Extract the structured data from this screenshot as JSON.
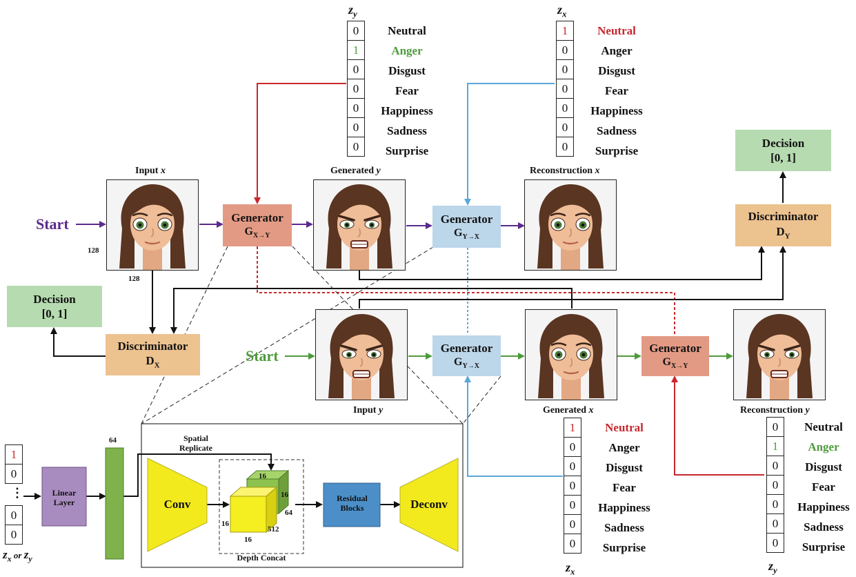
{
  "colors": {
    "purple_flow": "#5b2a8c",
    "green_flow": "#4e9a3c",
    "red_line": "#c8272d",
    "blue_line": "#5aa7d8",
    "black_line": "#111111",
    "generator_xy": "#e39a84",
    "generator_yx": "#bcd6ea",
    "discriminator": "#ecc28f",
    "decision": "#b6dbb0",
    "conv_yellow": "#f2ea1c",
    "residual_blue": "#4c8fc8",
    "linear_purple": "#a98cbf",
    "feature_green": "#7fb24a"
  },
  "emotions": [
    "Neutral",
    "Anger",
    "Disgust",
    "Fear",
    "Happiness",
    "Sadness",
    "Surprise"
  ],
  "zy_top": {
    "label": "z",
    "sub": "y",
    "values": [
      "0",
      "1",
      "0",
      "0",
      "0",
      "0",
      "0"
    ],
    "highlight_index": 1,
    "highlight_color": "green"
  },
  "zx_top": {
    "label": "z",
    "sub": "x",
    "values": [
      "1",
      "0",
      "0",
      "0",
      "0",
      "0",
      "0"
    ],
    "highlight_index": 0,
    "highlight_color": "red"
  },
  "zx_bottom": {
    "label": "z",
    "sub": "x",
    "values": [
      "1",
      "0",
      "0",
      "0",
      "0",
      "0",
      "0"
    ],
    "highlight_index": 0,
    "highlight_color": "red"
  },
  "zy_bottom": {
    "label": "z",
    "sub": "y",
    "values": [
      "0",
      "1",
      "0",
      "0",
      "0",
      "0",
      "0"
    ],
    "highlight_index": 1,
    "highlight_color": "green"
  },
  "images": {
    "input_x": {
      "caption": "Input ",
      "var": "x",
      "expression": "neutral"
    },
    "generated_y": {
      "caption": "Generated ",
      "var": "y",
      "expression": "anger"
    },
    "reconstruction_x": {
      "caption": "Reconstruction ",
      "var": "x",
      "expression": "neutral"
    },
    "input_y": {
      "caption": "Input ",
      "var": "y",
      "expression": "anger"
    },
    "generated_x": {
      "caption": "Generated ",
      "var": "x",
      "expression": "neutral"
    },
    "reconstruction_y": {
      "caption": "Reconstruction ",
      "var": "y",
      "expression": "anger"
    }
  },
  "dims": {
    "width": "128",
    "height": "128"
  },
  "start_label": "Start",
  "generators": {
    "title": "Generator",
    "xy": "G",
    "xy_sub": "X→Y",
    "yx": "G",
    "yx_sub": "Y→X"
  },
  "discriminators": {
    "title": "Discriminator",
    "dx": "D",
    "dx_sub": "X",
    "dy": "D",
    "dy_sub": "Y"
  },
  "decision": {
    "title": "Decision",
    "range": "[0, 1]"
  },
  "inset": {
    "one_hot": [
      "1",
      "0",
      "0",
      "0"
    ],
    "dots": "⋮",
    "z_caption_a": "z",
    "z_caption_a_sub": "x",
    "z_caption_or": " or ",
    "z_caption_b": "z",
    "z_caption_b_sub": "y",
    "linear": "Linear Layer",
    "feature_dim": "64",
    "spatial": "Spatial Replicate",
    "conv": "Conv",
    "residual": "Residual Blocks",
    "deconv": "Deconv",
    "depth_concat": "Depth Concat",
    "cube_small_top": "16",
    "cube_small_side": "16",
    "cube_small_depth": "64",
    "cube_big_left": "16",
    "cube_big_bottom": "16",
    "cube_big_depth": "512"
  }
}
